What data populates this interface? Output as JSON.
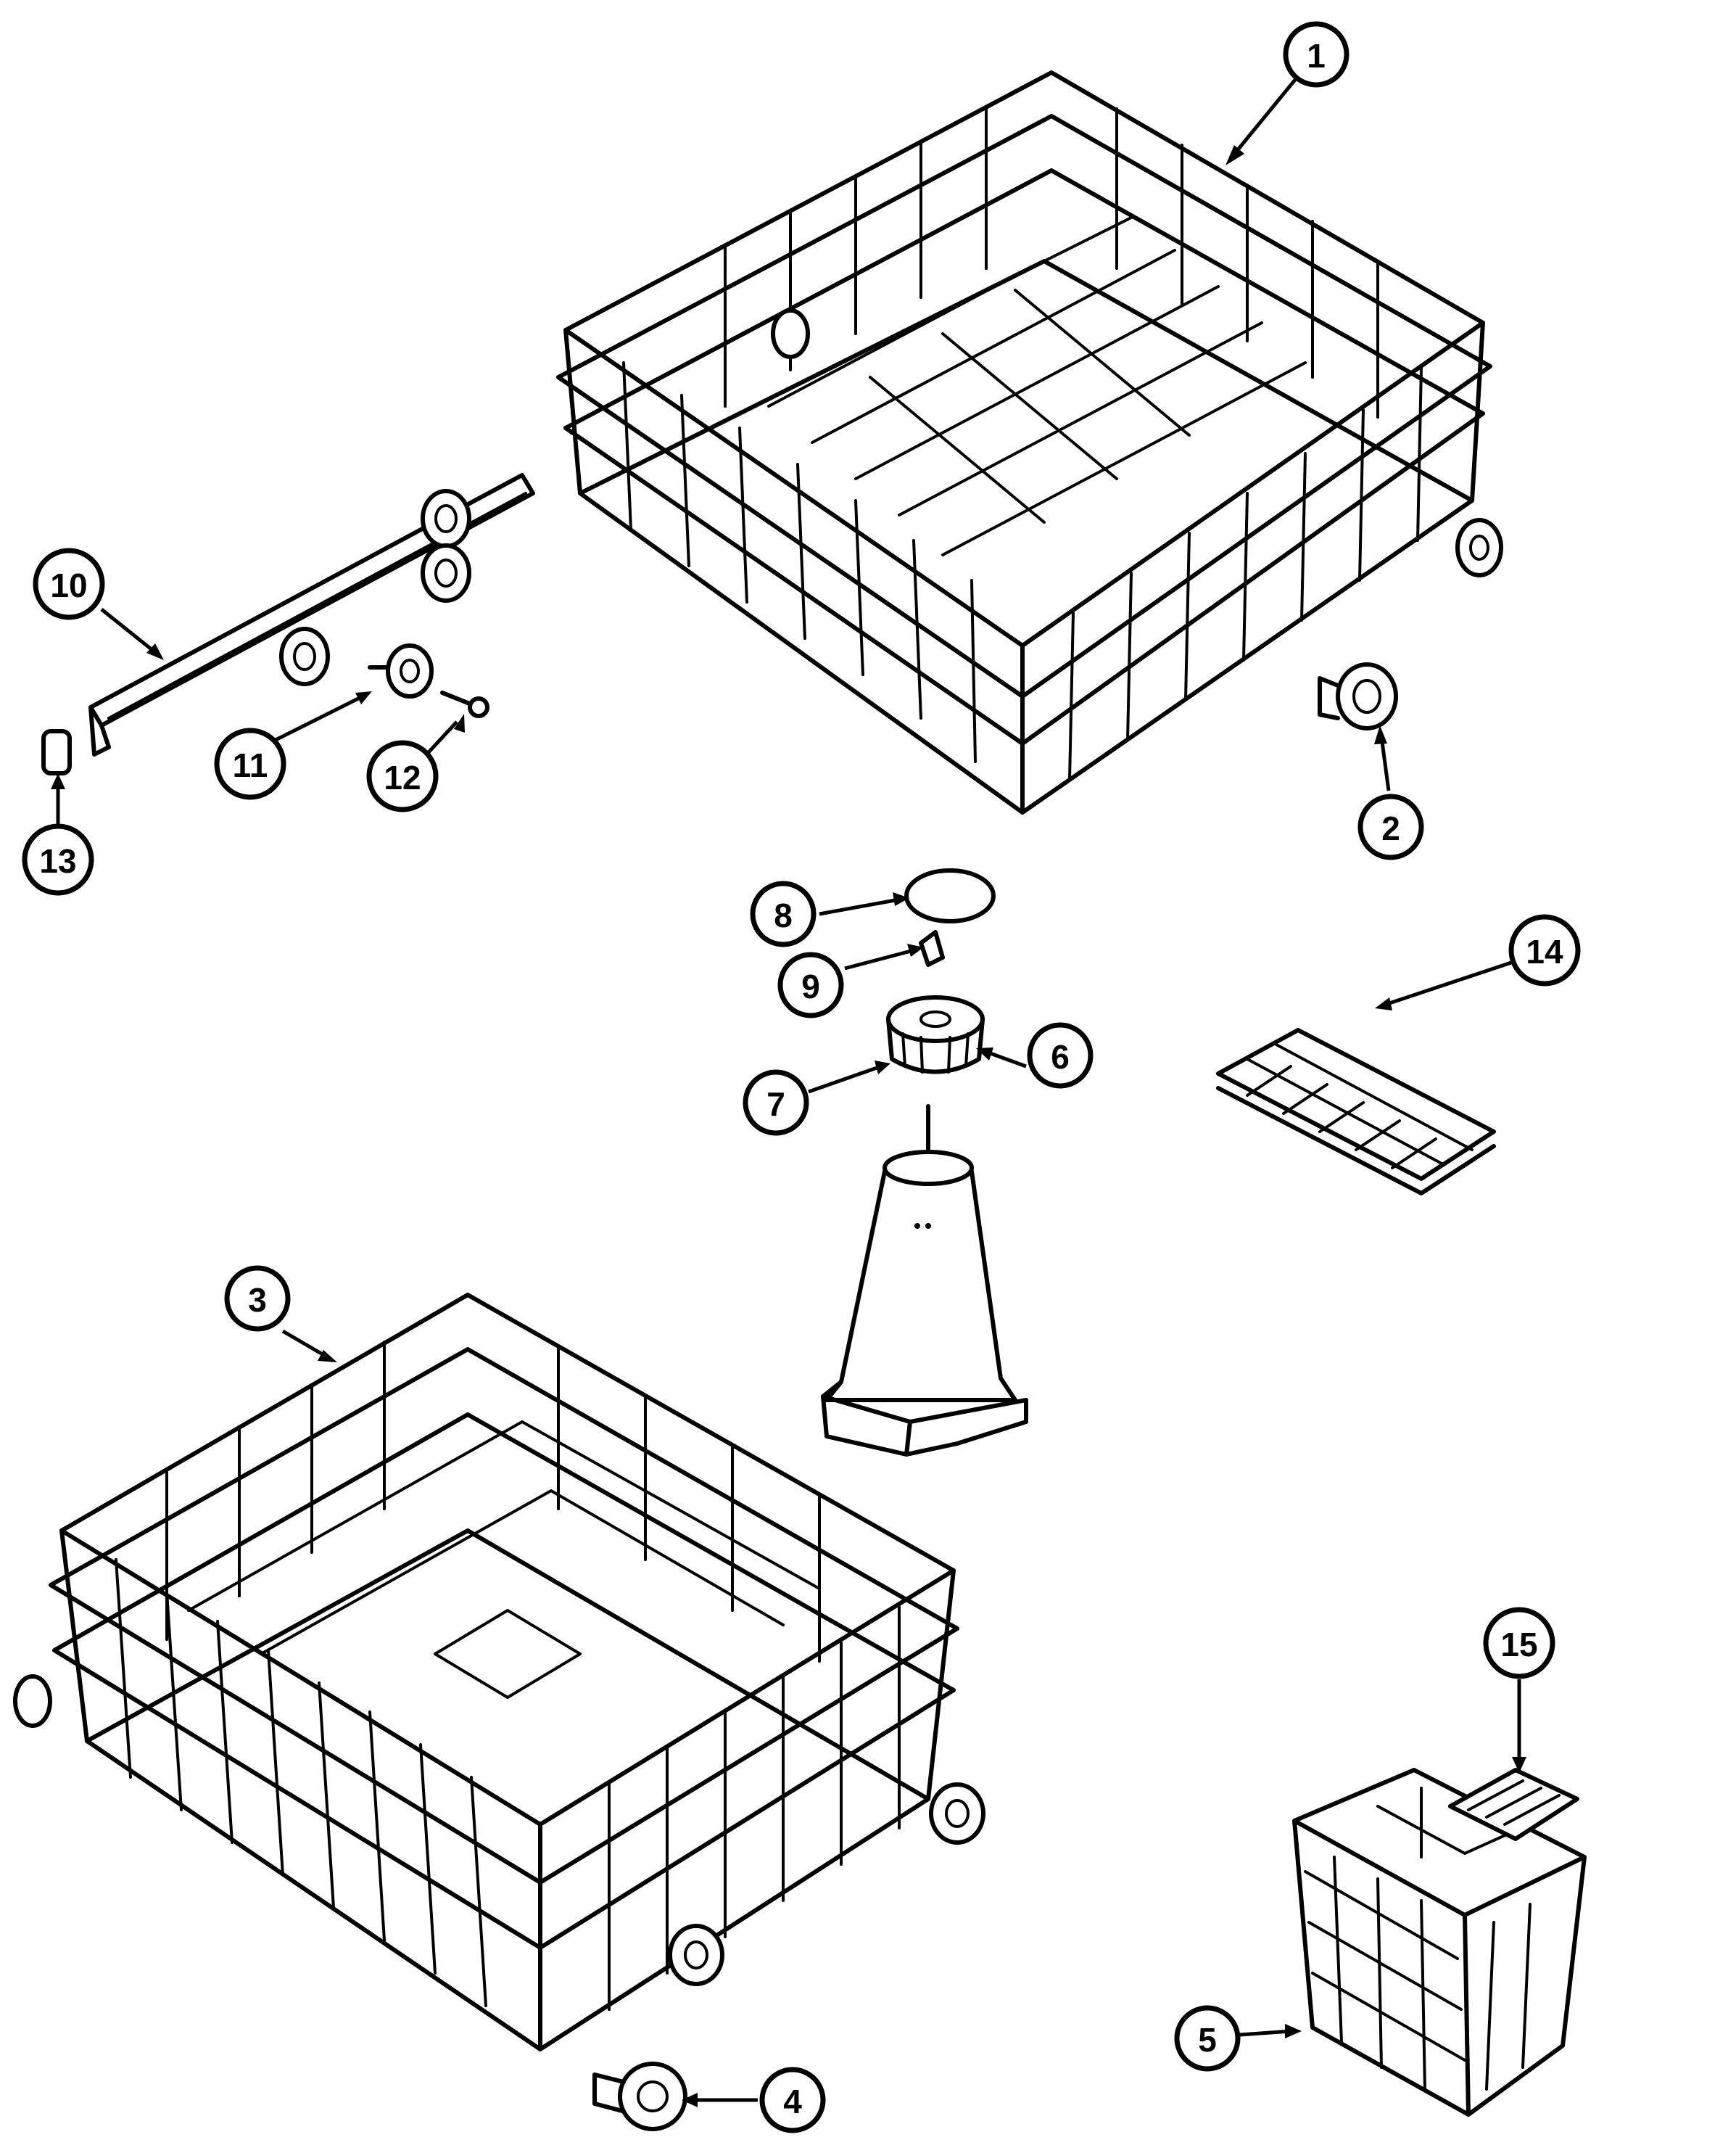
{
  "colors": {
    "ink": "#000000",
    "paper": "#ffffff"
  },
  "callouts": [
    {
      "id": "1",
      "part": "upper-rack"
    },
    {
      "id": "2",
      "part": "upper-rack-roller"
    },
    {
      "id": "3",
      "part": "lower-rack"
    },
    {
      "id": "4",
      "part": "lower-rack-wheel"
    },
    {
      "id": "5",
      "part": "silverware-basket"
    },
    {
      "id": "6",
      "part": "spray-tower"
    },
    {
      "id": "7",
      "part": "tower-nut"
    },
    {
      "id": "8",
      "part": "tower-cap"
    },
    {
      "id": "9",
      "part": "tower-valve"
    },
    {
      "id": "10",
      "part": "rack-track"
    },
    {
      "id": "11",
      "part": "track-roller"
    },
    {
      "id": "12",
      "part": "track-screw"
    },
    {
      "id": "13",
      "part": "track-end-cap"
    },
    {
      "id": "14",
      "part": "cup-shelf"
    },
    {
      "id": "15",
      "part": "basket-lid"
    }
  ]
}
